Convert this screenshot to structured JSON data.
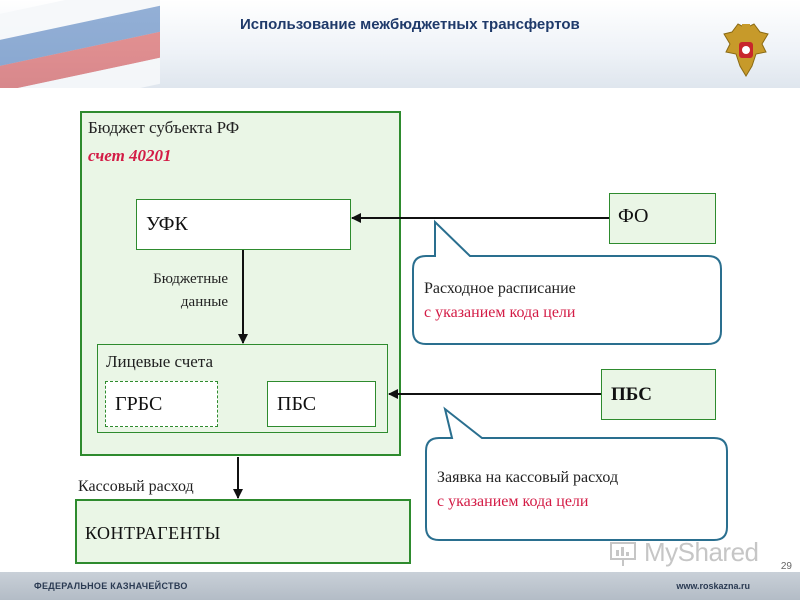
{
  "header": {
    "title": "Использование межбюджетных трансфертов"
  },
  "budget": {
    "title": "Бюджет субъекта РФ",
    "account": "счет  40201"
  },
  "ufk": {
    "label": "УФК"
  },
  "flow": {
    "line1": "Бюджетные",
    "line2": "данные"
  },
  "accounts": {
    "title": "Лицевые счета",
    "grbs": "ГРБС",
    "pbs": "ПБС"
  },
  "fo": {
    "label": "ФО"
  },
  "pbs_outer": {
    "label": "ПБС"
  },
  "callout1": {
    "line1": "Расходное расписание",
    "line2": "с указанием кода цели"
  },
  "callout2": {
    "line1": "Заявка на кассовый расход",
    "line2": "с указанием кода цели"
  },
  "cash": {
    "label": "Кассовый расход"
  },
  "contractors": {
    "label": "КОНТРАГЕНТЫ"
  },
  "footer": {
    "left": "ФЕДЕРАЛЬНОЕ КАЗНАЧЕЙСТВО",
    "right": "www.roskazna.ru"
  },
  "page": {
    "number": "29"
  },
  "watermark": {
    "text": "MyShared"
  },
  "colors": {
    "green_border": "#2e8b2e",
    "fill": "#eaf6e6",
    "accent_red": "#d31c46",
    "callout_border": "#2a6f8f"
  }
}
